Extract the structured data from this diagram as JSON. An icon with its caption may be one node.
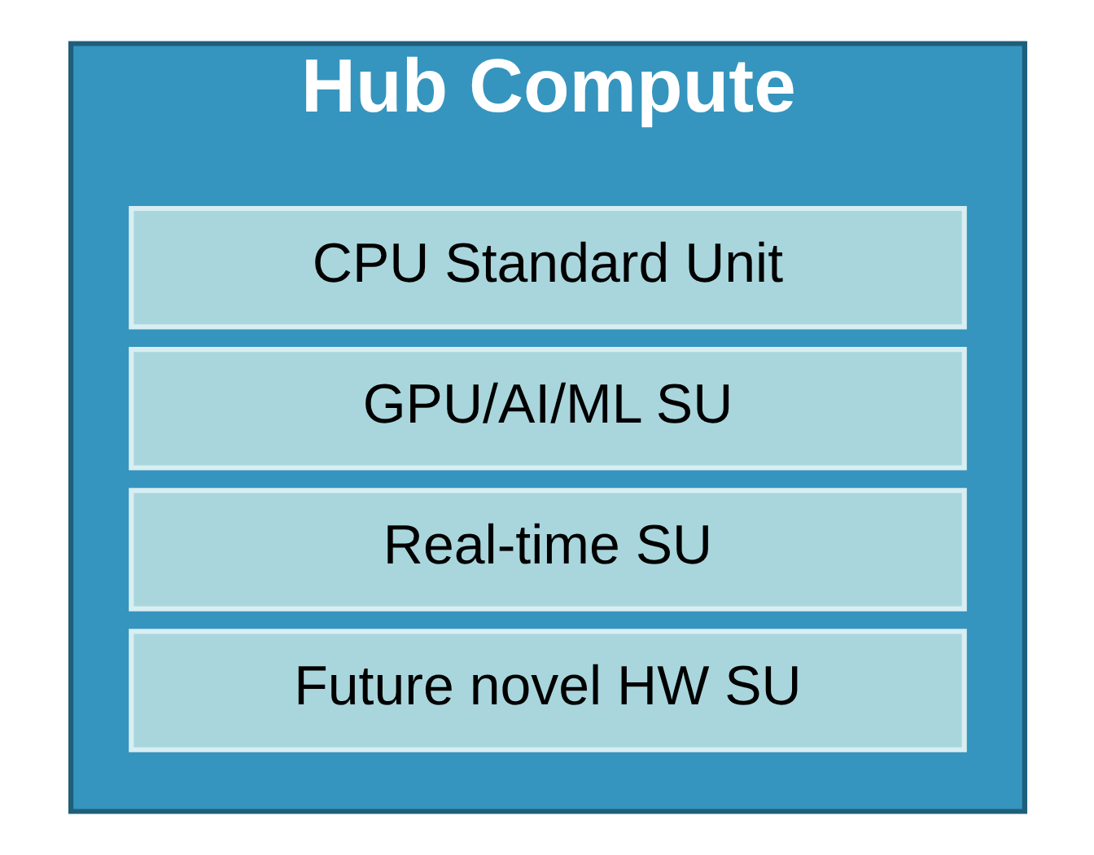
{
  "diagram": {
    "nodes": [
      {
        "text": [
          "Hub Compute"
        ]
      },
      {
        "text": [
          "CPU Standard Unit"
        ],
        "in": 0
      },
      {
        "text": [
          "GPU/AI/ML SU"
        ],
        "in": 0
      },
      {
        "text": [
          "Real-time SU"
        ],
        "in": 0
      },
      {
        "text": [
          "Future novel HW SU"
        ],
        "in": 0
      }
    ],
    "edges": []
  }
}
